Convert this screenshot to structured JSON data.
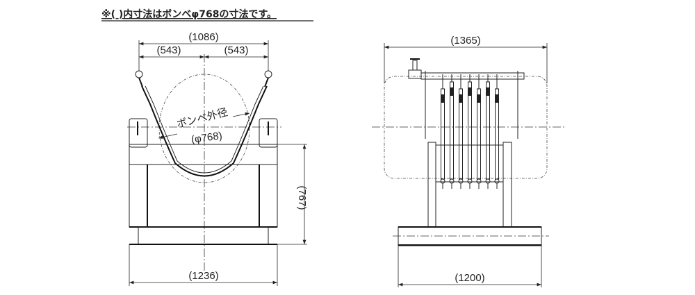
{
  "note": "※(  )内寸法はボンベφ768の寸法です。",
  "front_view": {
    "dim_overall_width": "(1086)",
    "dim_half_left": "(543)",
    "dim_half_right": "(543)",
    "cylinder_label": "ボンベ外径",
    "cylinder_diameter": "(φ768)",
    "dim_height": "(767)",
    "dim_base_width": "(1236)"
  },
  "side_view": {
    "dim_overall_width": "(1365)",
    "dim_base_width": "(1200)",
    "tube_count": 7
  }
}
